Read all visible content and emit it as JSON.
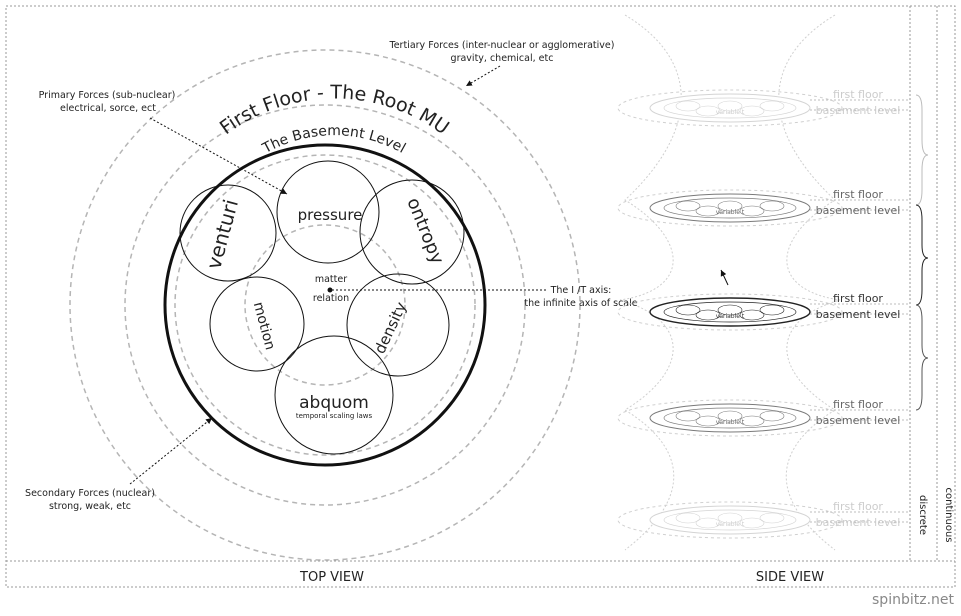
{
  "colors": {
    "ink": "#111111",
    "text": "#222222",
    "dashed": "#b5b5b5",
    "faint": "#cccccc",
    "watermark": "#888888"
  },
  "top_view": {
    "caption": "TOP VIEW",
    "title": "First Floor - The Root MU",
    "subtitle": "The Basement Level",
    "tertiary": {
      "line1": "Tertiary Forces (inter-nuclear or agglomerative)",
      "line2": "gravity, chemical, etc"
    },
    "primary": {
      "line1": "Primary Forces (sub-nuclear)",
      "line2": "electrical, sorce, ect"
    },
    "secondary": {
      "line1": "Secondary Forces (nuclear)",
      "line2": "strong,  weak, etc"
    },
    "circles": {
      "pressure": "pressure",
      "ontropy": "ontropy",
      "density": "density",
      "abquom": "abquom",
      "abquom_sub": "temporal scaling laws",
      "motion": "motion",
      "venturi": "venturi"
    },
    "center": {
      "line1": "matter",
      "line2": "relation"
    }
  },
  "side_view": {
    "caption": "SIDE VIEW",
    "axis_label": {
      "line1": "The I /T axis:",
      "line2": "the infinite axis of scale"
    },
    "levels": [
      {
        "first": "first floor",
        "basement": "basement level",
        "emphasis": "faint"
      },
      {
        "first": "first floor",
        "basement": "basement level",
        "emphasis": "mid"
      },
      {
        "first": "first floor",
        "basement": "basement level",
        "emphasis": "strong"
      },
      {
        "first": "first floor",
        "basement": "basement level",
        "emphasis": "mid"
      },
      {
        "first": "first floor",
        "basement": "basement level",
        "emphasis": "faint"
      }
    ],
    "disc_label": "variable t",
    "discrete": "discrete",
    "continuous": "continuous"
  },
  "watermark": "spinbitz.net"
}
